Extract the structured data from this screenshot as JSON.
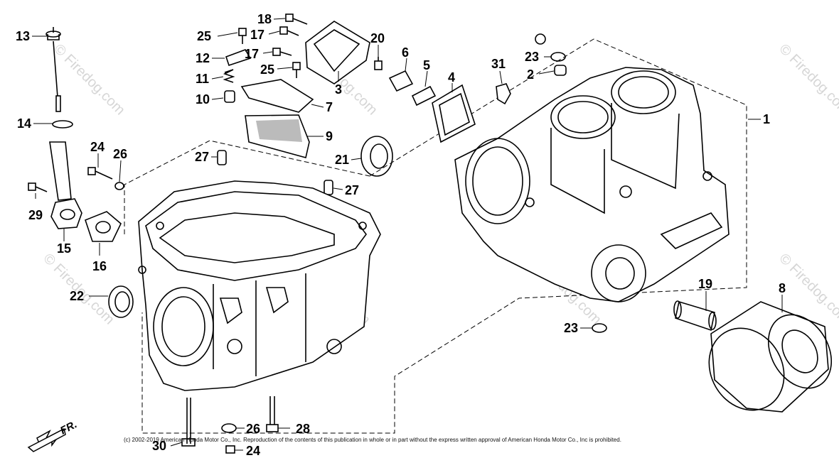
{
  "diagram": {
    "copyright": "(c) 2002-2019 American Honda Motor Co., Inc. Reproduction of the contents of this publication in whole or in part without the express written approval of American Honda Motor Co., Inc is prohibited.",
    "watermark": "© Firedog.com",
    "direction_label": "FR.",
    "callouts": [
      "13",
      "14",
      "29",
      "15",
      "24",
      "26",
      "16",
      "22",
      "25",
      "12",
      "11",
      "10",
      "18",
      "17",
      "17",
      "25",
      "3",
      "7",
      "9",
      "27",
      "27",
      "20",
      "6",
      "5",
      "4",
      "21",
      "23",
      "2",
      "31",
      "1",
      "19",
      "8",
      "23",
      "26",
      "28",
      "30",
      "24"
    ]
  }
}
